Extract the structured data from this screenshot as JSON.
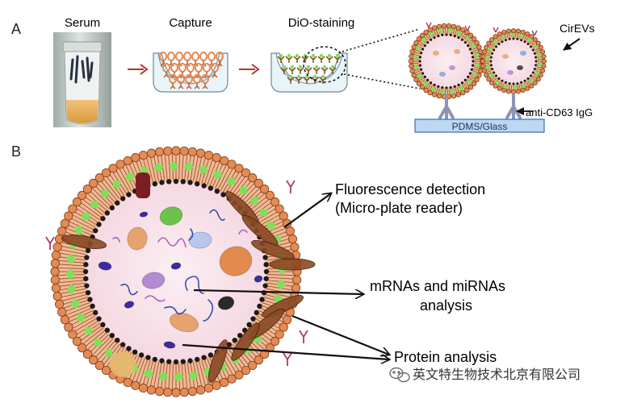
{
  "panel_a": {
    "letter": "A",
    "step_labels": {
      "serum": "Serum",
      "capture": "Capture",
      "dio": "DiO-staining"
    },
    "vesicle_label": "CirEVs",
    "antibody_label": "anti-CD63 IgG",
    "substrate_label": "PDMS/Glass"
  },
  "panel_b": {
    "letter": "B",
    "callouts": {
      "fluorescence_line1": "Fluorescence detection",
      "fluorescence_line2": "(Micro-plate reader)",
      "rna_line1": "mRNAs and miRNAs",
      "rna_line2": "analysis",
      "protein": "Protein analysis"
    }
  },
  "watermark": {
    "text": "英文特生物技术北京有限公司",
    "icon": "wechat-icon"
  },
  "colors": {
    "membrane_orange": "#E58A52",
    "membrane_green": "#7EE05A",
    "core_pink": "#F7DEE5",
    "arrow_red": "#B3342E",
    "substrate_blue": "#BBD7F2"
  }
}
